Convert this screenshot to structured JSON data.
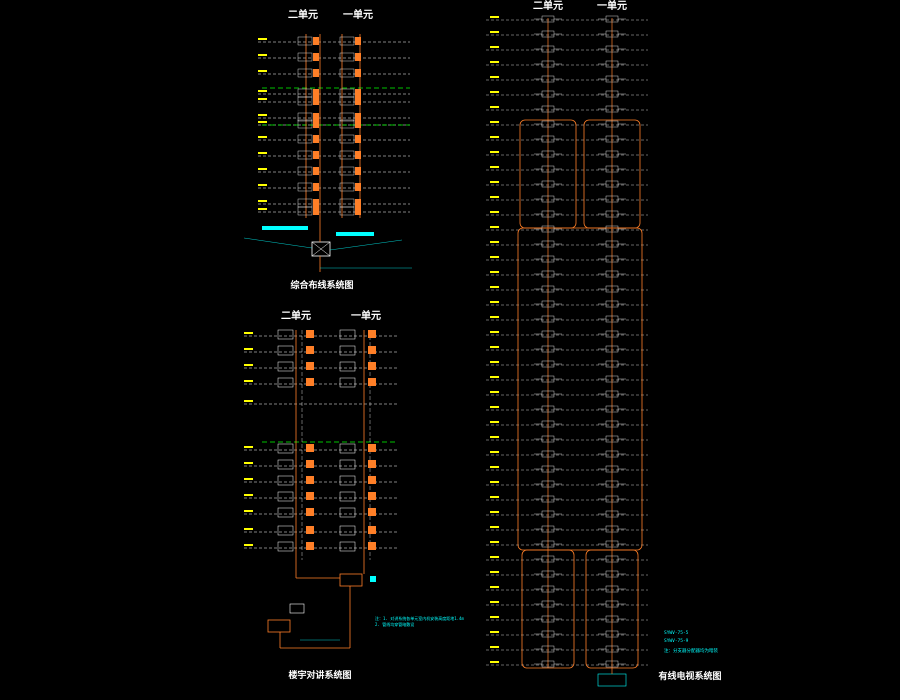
{
  "colors": {
    "background": "#000000",
    "floor_line": "#ffffff",
    "floor_label": "#ffff00",
    "wiring": "#ff7f27",
    "device": "#ffffff",
    "annotation": "#00ffff",
    "divider": "#00ff00",
    "caption": "#ffffff"
  },
  "diagram_a": {
    "unit_left": "二单元",
    "unit_right": "一单元",
    "caption": "综合布线系统图"
  },
  "diagram_b": {
    "unit_left": "二单元",
    "unit_right": "一单元",
    "caption": "楼宇对讲系统图",
    "notes": [
      "注：1. 对讲系统各单元室内机安装高度距地1.4m",
      "    2. 管线均穿管暗敷设"
    ]
  },
  "diagram_c": {
    "unit_left": "二单元",
    "unit_right": "一单元",
    "caption": "有线电视系统图",
    "notes": [
      "SYWV-75-5",
      "SYWV-75-9",
      "注：分支器分配器均为暗装"
    ]
  }
}
